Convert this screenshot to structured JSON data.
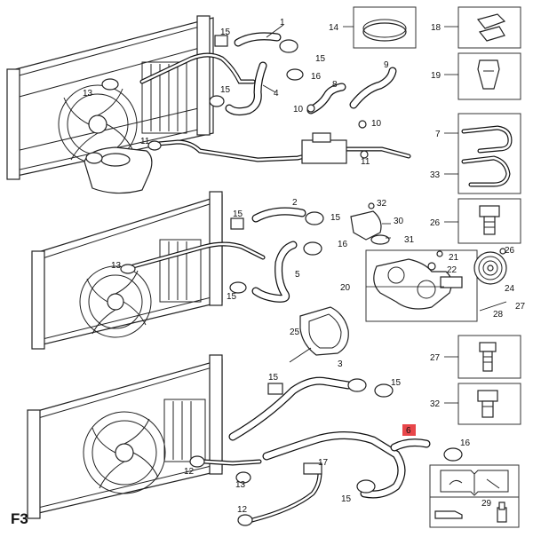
{
  "figure_code": "F3",
  "callouts": {
    "c1": "1",
    "c2": "2",
    "c3": "3",
    "c4": "4",
    "c5": "5",
    "c6": "6",
    "c7": "7",
    "c8": "8",
    "c9": "9",
    "c10a": "10",
    "c10b": "10",
    "c11a": "11",
    "c11b": "11",
    "c12a": "12",
    "c12b": "12",
    "c13a": "13",
    "c13b": "13",
    "c13c": "13",
    "c14": "14",
    "c15a": "15",
    "c15b": "15",
    "c15c": "15",
    "c15d": "15",
    "c15e": "15",
    "c15f": "15",
    "c15g": "15",
    "c15h": "15",
    "c15i": "15",
    "c16a": "16",
    "c16b": "16",
    "c16c": "16",
    "c17": "17",
    "c18": "18",
    "c19": "19",
    "c20": "20",
    "c21": "21",
    "c22": "22",
    "c24": "24",
    "c25": "25",
    "c26a": "26",
    "c26b": "26",
    "c27a": "27",
    "c27b": "27",
    "c28": "28",
    "c29": "29",
    "c30": "30",
    "c31": "31",
    "c32a": "32",
    "c32b": "32",
    "c33": "33"
  },
  "highlight_color": "#e8464a"
}
